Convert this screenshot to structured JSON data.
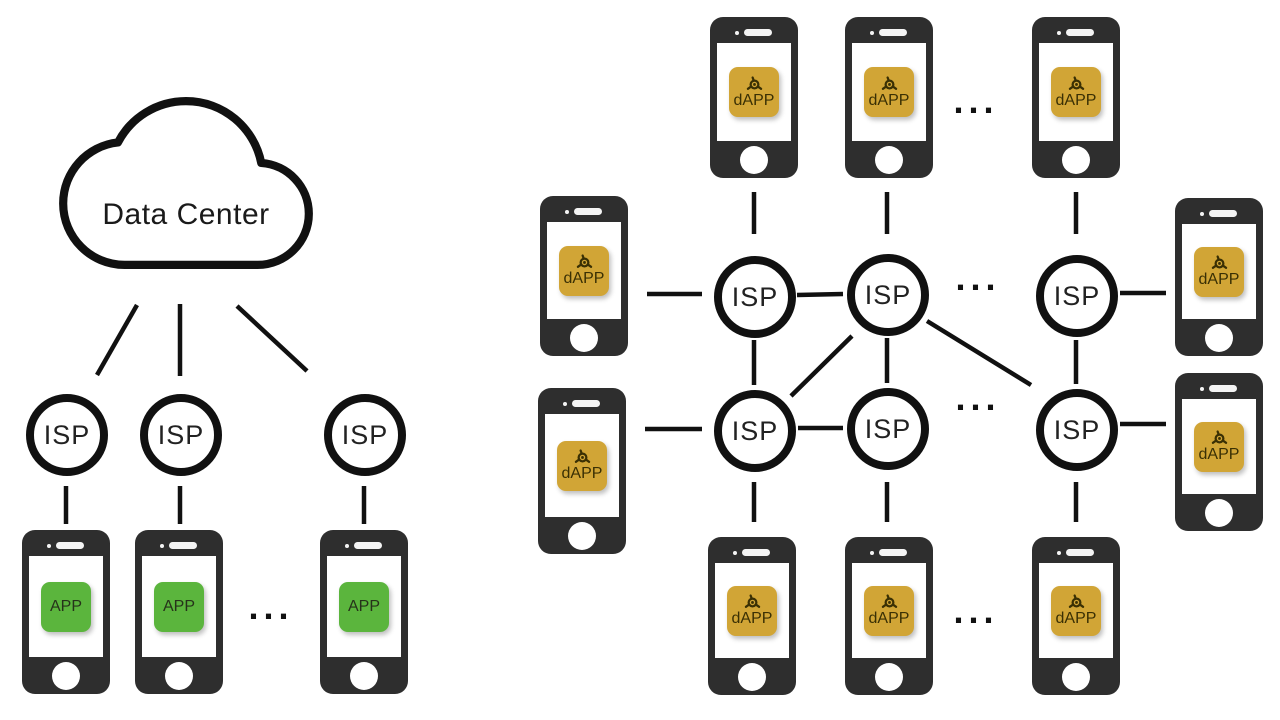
{
  "diagram": {
    "left": {
      "cloud_label": "Data Center",
      "isp_label": "ISP",
      "app_label": "APP",
      "ellipsis": "..."
    },
    "right": {
      "isp_label": "ISP",
      "dapp_label": "dAPP",
      "ellipsis": "..."
    },
    "colors": {
      "line": "#111111",
      "phone_body": "#2e2e2e",
      "app_green": "#5bb53d",
      "dapp_gold": "#d1a536"
    }
  }
}
